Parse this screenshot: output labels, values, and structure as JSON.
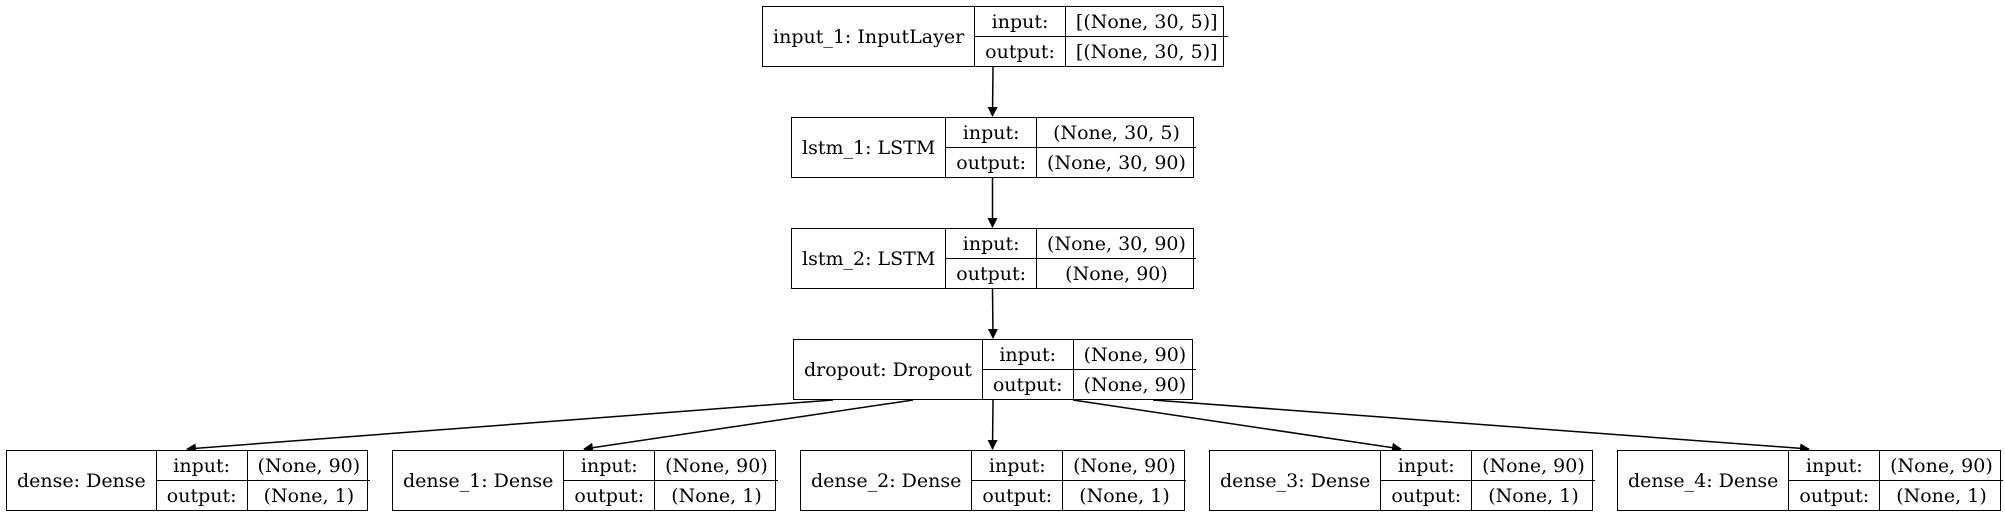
{
  "diagram": {
    "nodes": [
      {
        "id": "input_1",
        "name": "input_1: InputLayer",
        "input_key": "input:",
        "input": "[(None, 30, 5)]",
        "output_key": "output:",
        "output": "[(None, 30, 5)]"
      },
      {
        "id": "lstm_1",
        "name": "lstm_1: LSTM",
        "input_key": "input:",
        "input": "(None, 30, 5)",
        "output_key": "output:",
        "output": "(None, 30, 90)"
      },
      {
        "id": "lstm_2",
        "name": "lstm_2: LSTM",
        "input_key": "input:",
        "input": "(None, 30, 90)",
        "output_key": "output:",
        "output": "(None, 90)"
      },
      {
        "id": "dropout",
        "name": "dropout: Dropout",
        "input_key": "input:",
        "input": "(None, 90)",
        "output_key": "output:",
        "output": "(None, 90)"
      },
      {
        "id": "dense",
        "name": "dense: Dense",
        "input_key": "input:",
        "input": "(None, 90)",
        "output_key": "output:",
        "output": "(None, 1)"
      },
      {
        "id": "dense_1",
        "name": "dense_1: Dense",
        "input_key": "input:",
        "input": "(None, 90)",
        "output_key": "output:",
        "output": "(None, 1)"
      },
      {
        "id": "dense_2",
        "name": "dense_2: Dense",
        "input_key": "input:",
        "input": "(None, 90)",
        "output_key": "output:",
        "output": "(None, 1)"
      },
      {
        "id": "dense_3",
        "name": "dense_3: Dense",
        "input_key": "input:",
        "input": "(None, 90)",
        "output_key": "output:",
        "output": "(None, 1)"
      },
      {
        "id": "dense_4",
        "name": "dense_4: Dense",
        "input_key": "input:",
        "input": "(None, 90)",
        "output_key": "output:",
        "output": "(None, 1)"
      }
    ],
    "edges": [
      {
        "from": "input_1",
        "to": "lstm_1"
      },
      {
        "from": "lstm_1",
        "to": "lstm_2"
      },
      {
        "from": "lstm_2",
        "to": "dropout"
      },
      {
        "from": "dropout",
        "to": "dense"
      },
      {
        "from": "dropout",
        "to": "dense_1"
      },
      {
        "from": "dropout",
        "to": "dense_2"
      },
      {
        "from": "dropout",
        "to": "dense_3"
      },
      {
        "from": "dropout",
        "to": "dense_4"
      }
    ]
  }
}
